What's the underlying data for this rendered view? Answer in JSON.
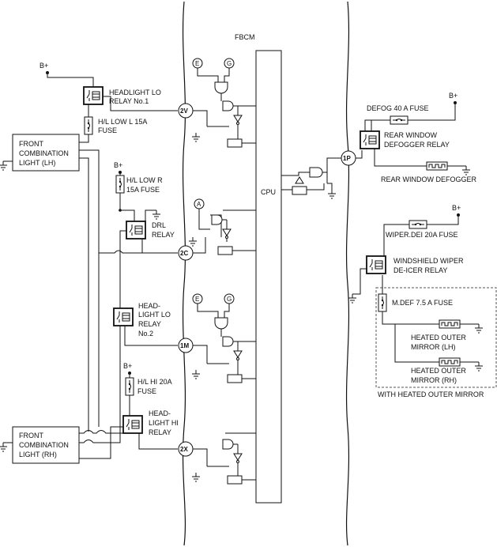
{
  "fbcm": {
    "label": "FBCM",
    "cpu": "CPU"
  },
  "supply": "B+",
  "connectors": {
    "c2v": "2V",
    "c2c": "2C",
    "c1m": "1M",
    "c2x": "2X",
    "c1p": "1P"
  },
  "reference_markers": {
    "e": "E",
    "g": "G",
    "a": "A"
  },
  "relays": {
    "headlight_lo_1": [
      "HEADLIGHT LO",
      "RELAY No.1"
    ],
    "drl": [
      "DRL",
      "RELAY"
    ],
    "headlight_lo_2": [
      "HEAD-",
      "LIGHT LO",
      "RELAY",
      "No.2"
    ],
    "headlight_hi": [
      "HEAD-",
      "LIGHT HI",
      "RELAY"
    ],
    "rear_window_defogger": [
      "REAR WINDOW",
      "DEFOGGER RELAY"
    ],
    "windshield_wiper_deicer": [
      "WINDSHIELD WIPER",
      "DE-ICER RELAY"
    ]
  },
  "fuses": {
    "hl_low_l": [
      "H/L LOW L 15A",
      "FUSE"
    ],
    "hl_low_r": [
      "H/L LOW R",
      "15A FUSE"
    ],
    "hl_hi": [
      "H/L HI 20A",
      "FUSE"
    ],
    "defog": "DEFOG 40 A FUSE",
    "wiper_dei": "WIPER.DEI 20A FUSE",
    "mdef": "M.DEF 7.5 A FUSE"
  },
  "components": {
    "front_combination_lh": [
      "FRONT",
      "COMBINATION",
      "LIGHT (LH)"
    ],
    "front_combination_rh": [
      "FRONT",
      "COMBINATION",
      "LIGHT (RH)"
    ],
    "rear_window_defogger": "REAR WINDOW DEFOGGER",
    "heated_mirror_lh": [
      "HEATED OUTER",
      "MIRROR (LH)"
    ],
    "heated_mirror_rh": [
      "HEATED OUTER",
      "MIRROR (RH)"
    ]
  },
  "option_box_label": "WITH HEATED OUTER MIRROR"
}
